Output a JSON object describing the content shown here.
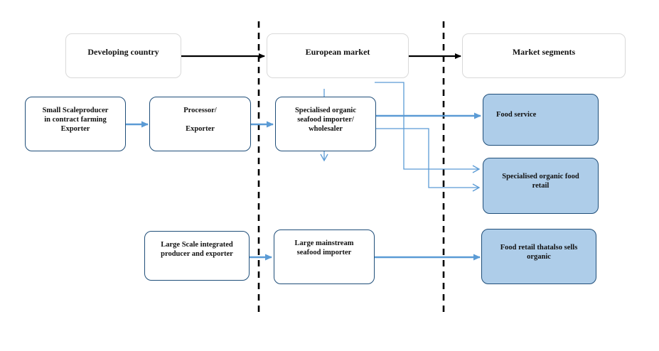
{
  "headers": {
    "developing": "Developing  country",
    "european": "European  market",
    "segments": "Market segments"
  },
  "nodes": {
    "small_scale": [
      "Small Scaleproducer",
      "in contract farming",
      "Exporter"
    ],
    "processor": [
      "Processor/",
      "",
      "Exporter"
    ],
    "specialised_importer": [
      "Specialised organic",
      "seafood importer/",
      "wholesaler"
    ],
    "large_scale": [
      "Large Scale integrated",
      "producer and exporter"
    ],
    "mainstream_importer": [
      "Large mainstream",
      "seafood importer"
    ]
  },
  "segments": {
    "food_service": "Food service",
    "specialised_retail": [
      "Specialised organic food",
      "retail"
    ],
    "food_retail": [
      "Food retail thatalso sells",
      "organic"
    ]
  },
  "colors": {
    "node_border": "#1f4e79",
    "segment_fill": "#aecde9",
    "flow_arrow": "#5b9bd5",
    "header_border": "#d9d9d9",
    "header_arrow": "#000000",
    "divider": "#000000"
  }
}
